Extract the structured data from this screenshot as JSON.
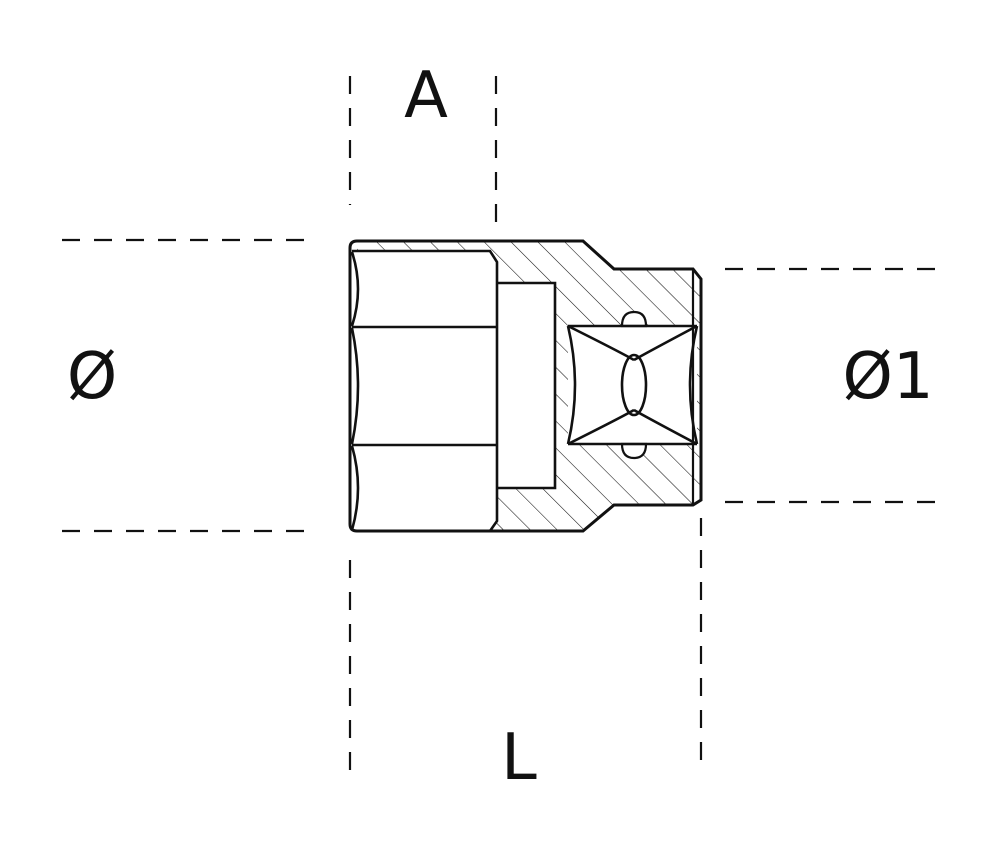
{
  "labels": {
    "a": "A",
    "diameter": "Ø",
    "diameter_1": "Ø1",
    "l": "L"
  },
  "colors": {
    "ink": "#111111",
    "background": "#ffffff"
  }
}
